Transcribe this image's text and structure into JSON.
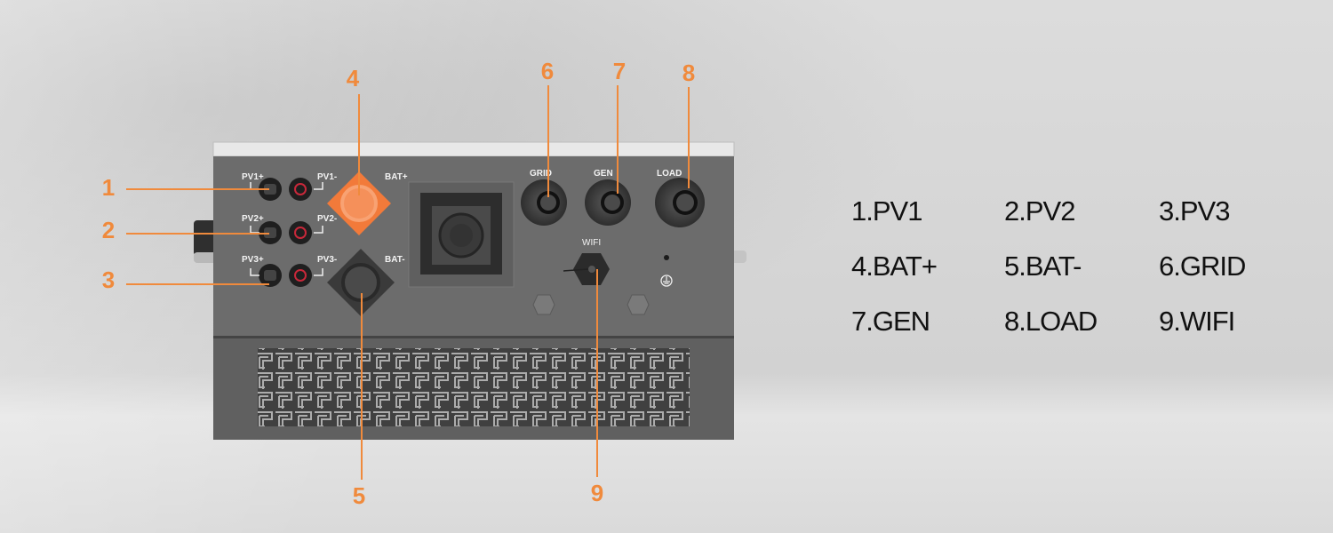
{
  "accent_color": "#f08a3c",
  "panel_labels": {
    "pv1_plus": "PV1+",
    "pv1_minus": "PV1-",
    "pv2_plus": "PV2+",
    "pv2_minus": "PV2-",
    "pv3_plus": "PV3+",
    "pv3_minus": "PV3-",
    "bat_plus": "BAT+",
    "bat_minus": "BAT-",
    "grid": "GRID",
    "gen": "GEN",
    "load": "LOAD",
    "wifi": "WIFI"
  },
  "callouts": [
    "1",
    "2",
    "3",
    "4",
    "5",
    "6",
    "7",
    "8",
    "9"
  ],
  "legend": [
    "1.PV1",
    "2.PV2",
    "3.PV3",
    "4.BAT+",
    "5.BAT-",
    "6.GRID",
    "7.GEN",
    "8.LOAD",
    "9.WIFI"
  ]
}
